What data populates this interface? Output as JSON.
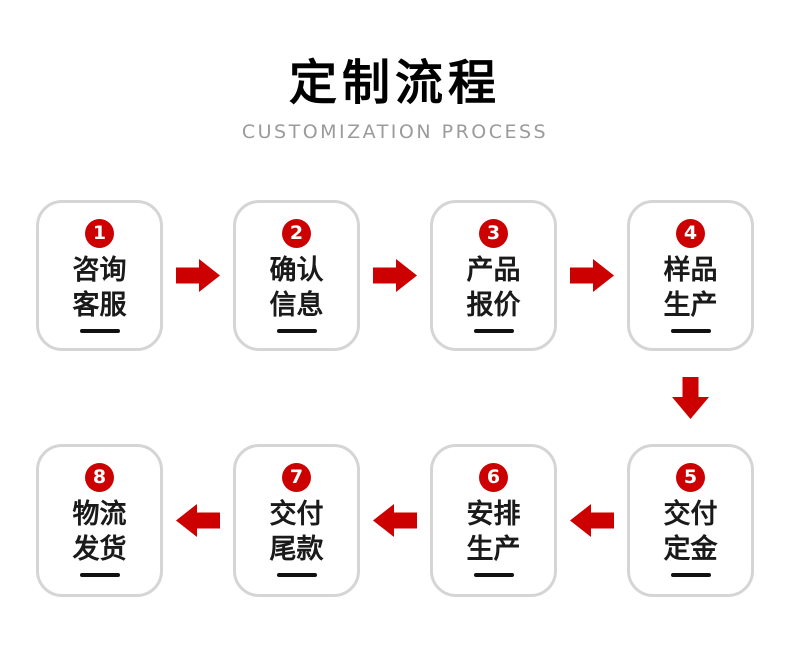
{
  "header": {
    "title": "定制流程",
    "subtitle": "CUSTOMIZATION PROCESS"
  },
  "colors": {
    "accent": "#cc0000",
    "card_border": "#d5d5d5",
    "text": "#1a1a1a",
    "subtitle_text": "#9b9b9b"
  },
  "steps": [
    {
      "number": "1",
      "line1": "咨询",
      "line2": "客服"
    },
    {
      "number": "2",
      "line1": "确认",
      "line2": "信息"
    },
    {
      "number": "3",
      "line1": "产品",
      "line2": "报价"
    },
    {
      "number": "4",
      "line1": "样品",
      "line2": "生产"
    },
    {
      "number": "5",
      "line1": "交付",
      "line2": "定金"
    },
    {
      "number": "6",
      "line1": "安排",
      "line2": "生产"
    },
    {
      "number": "7",
      "line1": "交付",
      "line2": "尾款"
    },
    {
      "number": "8",
      "line1": "物流",
      "line2": "发货"
    }
  ],
  "flow": {
    "row1_steps": [
      "1",
      "2",
      "3",
      "4"
    ],
    "row2_steps": [
      "8",
      "7",
      "6",
      "5"
    ],
    "direction_row1": "left-to-right",
    "direction_row2": "right-to-left"
  }
}
